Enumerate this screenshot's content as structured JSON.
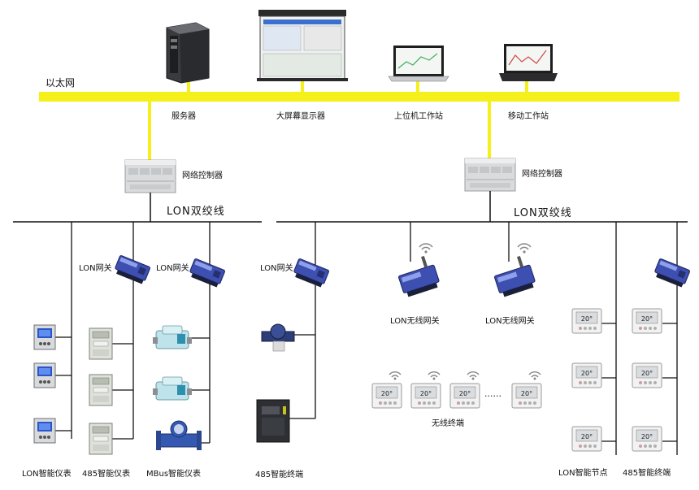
{
  "network": {
    "ethernet_label": "以太网",
    "top_devices": [
      "服务器",
      "大屏幕显示器",
      "上位机工作站",
      "移动工作站"
    ],
    "controllers": [
      "网络控制器",
      "网络控制器"
    ],
    "buses": [
      "LON双绞线",
      "LON双绞线"
    ]
  },
  "gateways": {
    "lon_gateway": "LON网关",
    "wireless_gateway": "LON无线网关"
  },
  "terminals": {
    "lon_meter": "LON智能仪表",
    "meter_485": "485智能仪表",
    "mbus_meter": "MBus智能仪表",
    "terminal_485": "485智能终端",
    "wireless_terminal": "无线终端",
    "lon_node": "LON智能节点",
    "terminal_485_right": "485智能终端",
    "ellipsis": "......",
    "thermostat_reading": "20°"
  },
  "colors": {
    "ethernet": "#f5ef1a",
    "line": "#111111",
    "device_blue": "#3d4fb0"
  }
}
